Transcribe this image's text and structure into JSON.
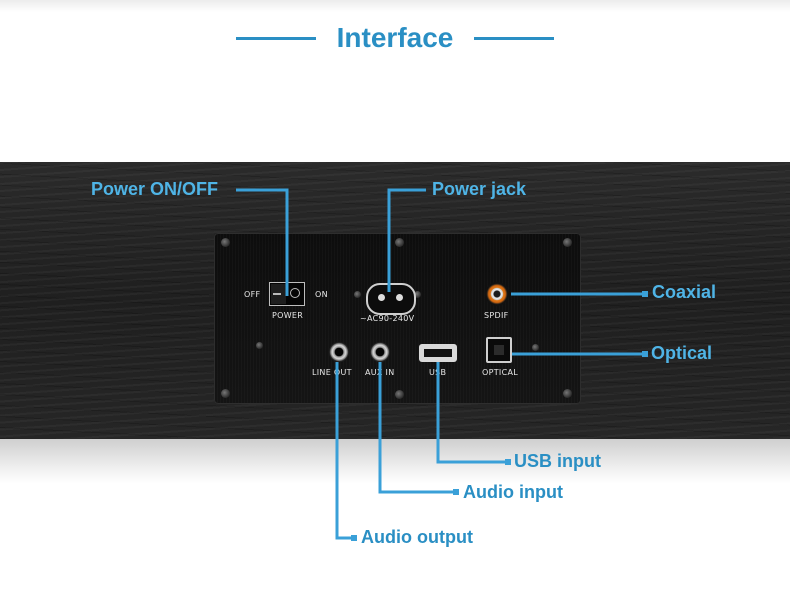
{
  "title": "Interface",
  "callouts": {
    "power_switch": "Power ON/OFF",
    "power_jack": "Power jack",
    "coaxial": "Coaxial",
    "optical": "Optical",
    "usb": "USB input",
    "audio_in": "Audio input",
    "audio_out": "Audio output"
  },
  "panel_labels": {
    "off": "OFF",
    "on": "ON",
    "power": "POWER",
    "voltage": "~AC90-240V",
    "spdif": "SPDIF",
    "line_out": "LINE OUT",
    "aux_in": "AUX IN",
    "usb": "USB",
    "optical": "OPTICAL"
  },
  "colors": {
    "accent": "#2a8fc4",
    "leader": "#3aa0d8",
    "coax_orange": "#e07a18"
  }
}
